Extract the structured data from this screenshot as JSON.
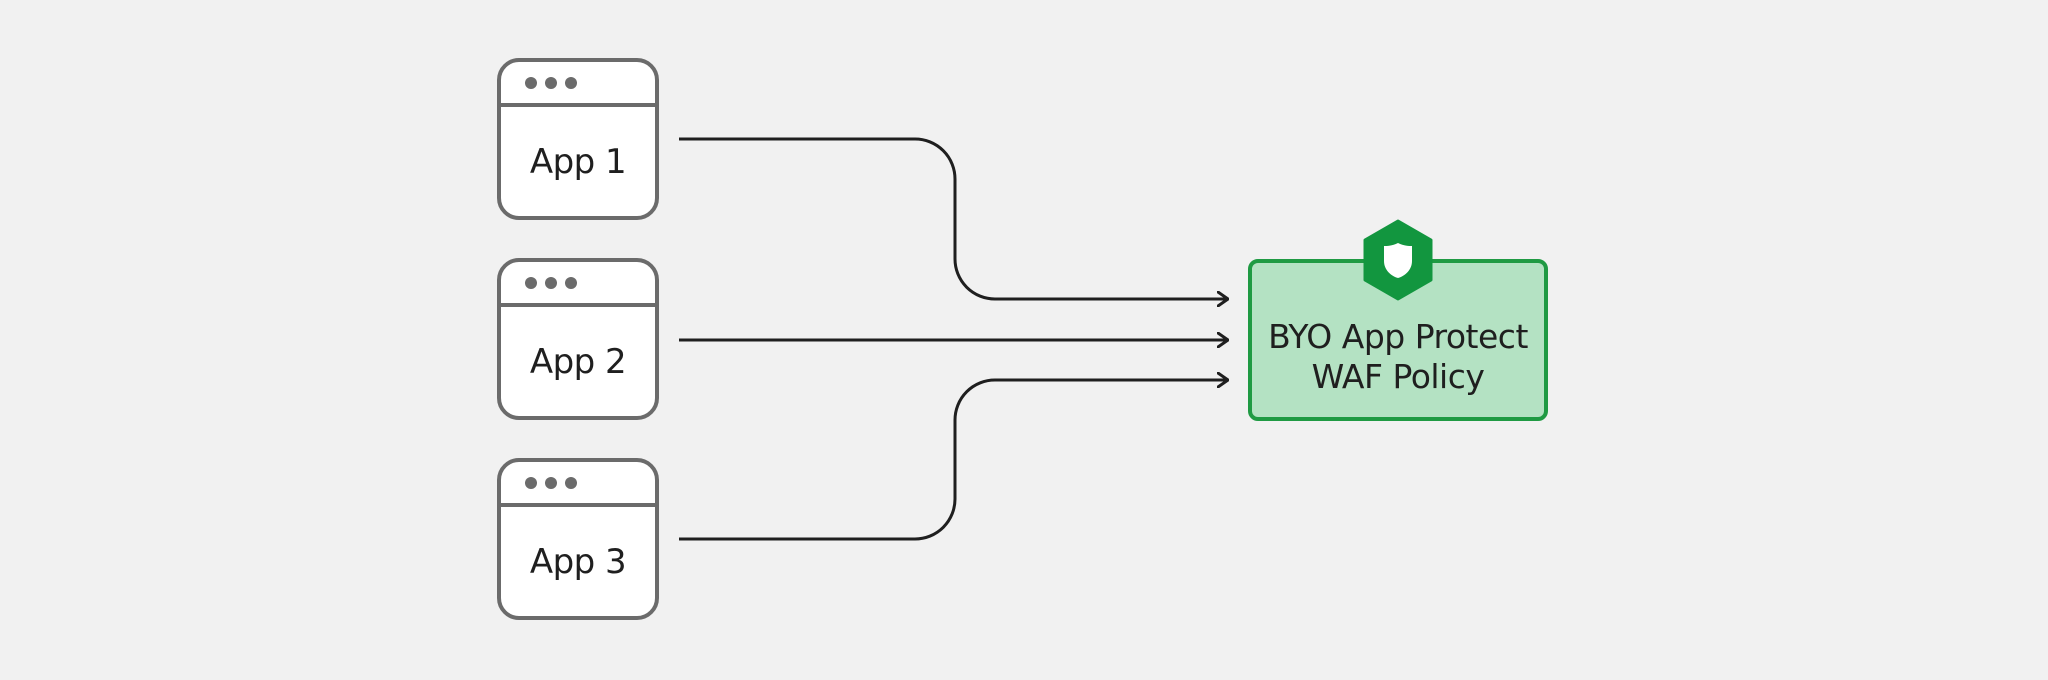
{
  "apps": [
    {
      "label": "App 1"
    },
    {
      "label": "App 2"
    },
    {
      "label": "App 3"
    }
  ],
  "policy": {
    "line1": "BYO App Protect",
    "line2": "WAF Policy"
  },
  "icons": {
    "badge": "shield-icon",
    "window_controls": "dots-icon",
    "arrow": "arrow-right-icon"
  },
  "colors": {
    "background": "#f1f1f1",
    "window_border": "#6b6b6b",
    "policy_fill": "#b4e2c3",
    "policy_border": "#1f9a43",
    "badge_green": "#12963f",
    "connector": "#1f1f1f"
  }
}
